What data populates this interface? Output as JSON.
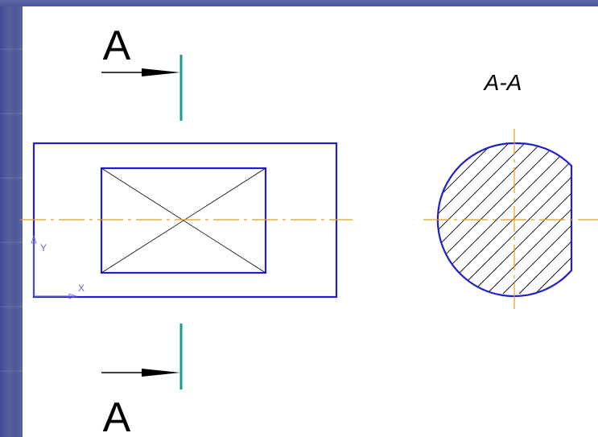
{
  "section_label": "A-A",
  "cut_marker_top": "A",
  "cut_marker_bottom": "A",
  "axis_x_label": "X",
  "axis_y_label": "Y",
  "colors": {
    "outline": "#1f1fd0",
    "centerline": "#e39a2d",
    "cut_line": "#1a9a8e",
    "thin_line": "#000000",
    "background": "#ffffff",
    "frame": "#4a4f8f"
  }
}
